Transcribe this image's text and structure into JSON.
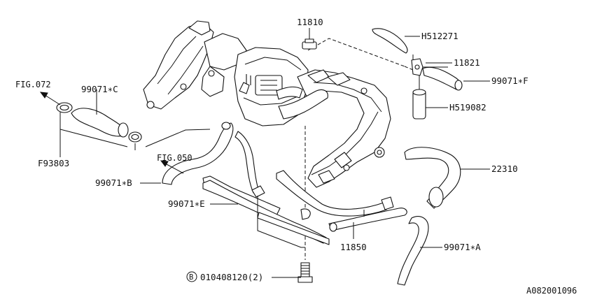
{
  "diagram": {
    "callouts": {
      "p11810": "11810",
      "pH512271": "H512271",
      "p11821": "11821",
      "p99071F": "99071∗F",
      "pH519082": "H519082",
      "p99071C": "99071∗C",
      "pF93803": "F93803",
      "p22310": "22310",
      "p99071B": "99071∗B",
      "p99071E": "99071∗E",
      "p11850": "11850",
      "p99071A": "99071∗A",
      "bolt": "010408120(2)",
      "bolt_marker": "B"
    },
    "fig_refs": {
      "fig072": "FIG.072",
      "fig050": "FIG.050"
    },
    "drawing_id": "A082001096"
  }
}
